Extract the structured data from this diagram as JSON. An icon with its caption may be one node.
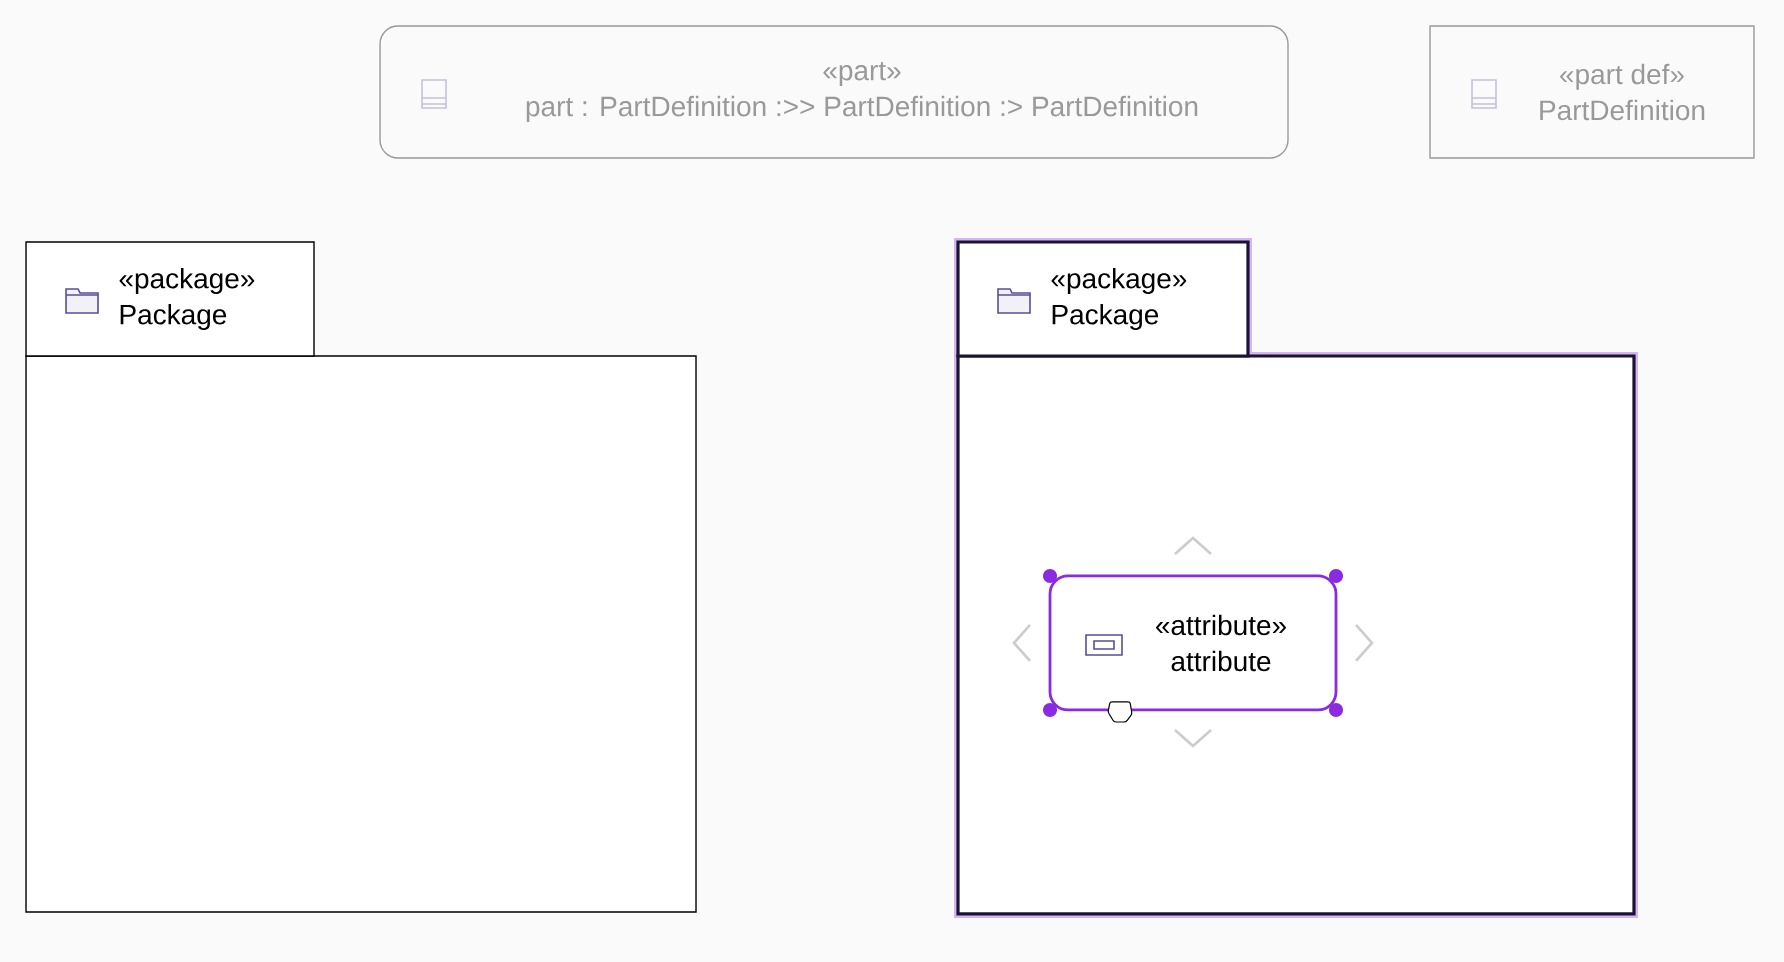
{
  "diagram": {
    "nodes": [
      {
        "text": [
          "«part»",
          "part : PartDefinition :>> PartDefinition :> PartDefinition"
        ]
      },
      {
        "text": [
          "«part def»",
          "PartDefinition"
        ]
      },
      {
        "text": [
          "«package»",
          "Package"
        ]
      },
      {
        "text": [
          "«package»",
          "Package"
        ]
      },
      {
        "text": [
          "«attribute»",
          "attribute"
        ],
        "in": 3
      }
    ]
  }
}
